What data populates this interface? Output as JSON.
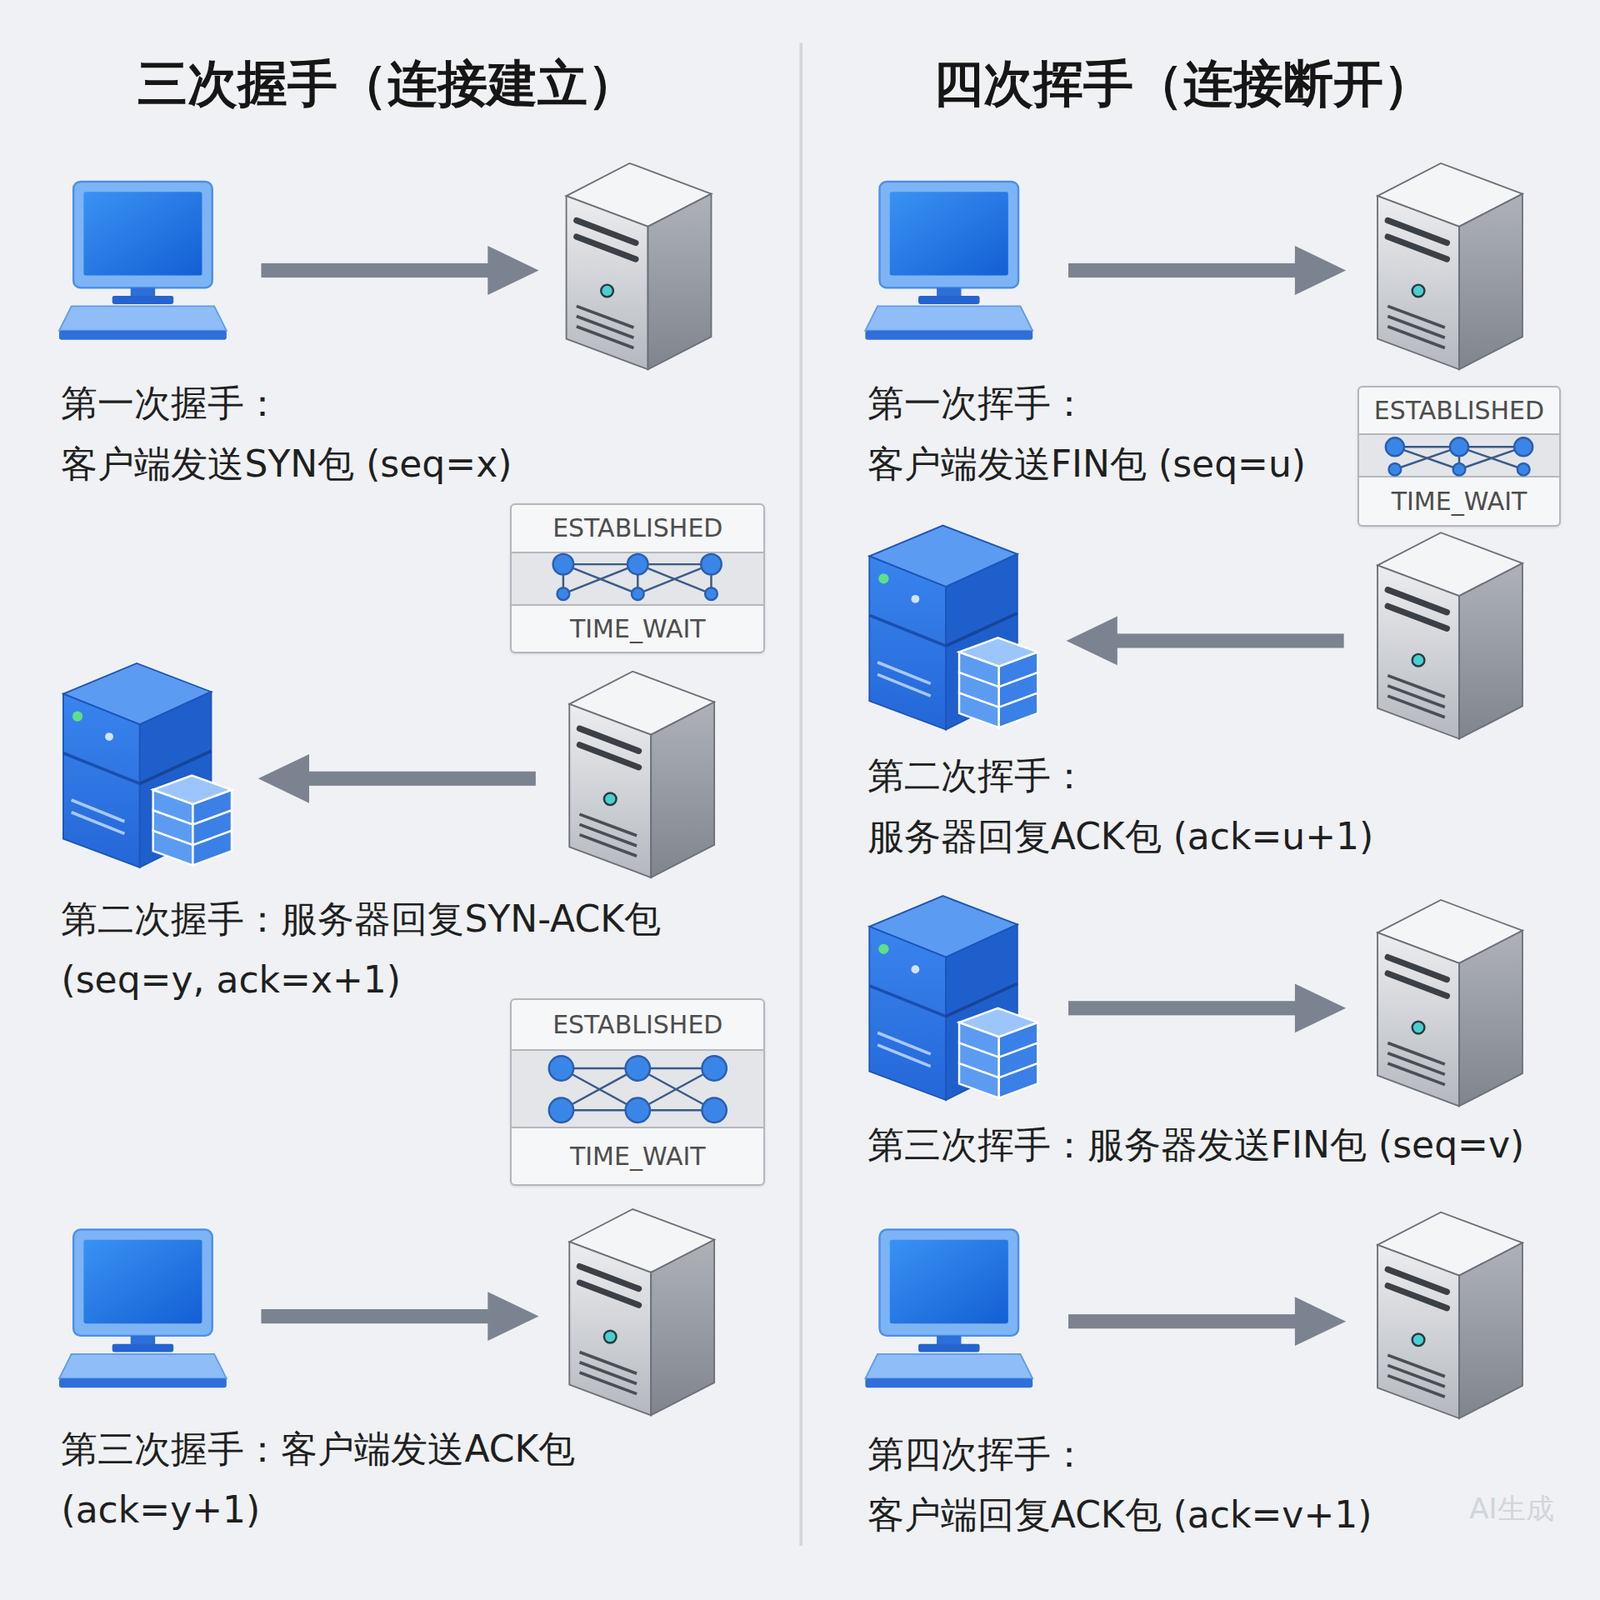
{
  "diagram": {
    "nodes": [
      {
        "text": [
          "ESTABLISHED",
          "TIME_WAIT"
        ]
      },
      {
        "text": [
          "ESTABLISHED",
          "TIME_WAIT"
        ]
      },
      {
        "text": [
          "ESTABLISHED",
          "TIME_WAIT"
        ]
      }
    ],
    "labels": [
      "三次握手（连接建立）",
      "四次挥手（连接断开）",
      "第一次握手：",
      "客户端发送SYN包 (seq=x)",
      "第二次握手：服务器回复SYN-ACK包 (seq=y, ack=x+1)",
      "第三次握手：客户端发送ACK包 (ack=y+1)",
      "第一次挥手：",
      "客户端发送FIN包 (seq=u)",
      "第二次挥手：",
      "服务器回复ACK包 (ack=u+1)",
      "第三次挥手：服务器发送FIN包 (seq=v)",
      "第四次挥手：",
      "客户端回复ACK包 (ack=v+1)",
      "AI生成"
    ]
  }
}
